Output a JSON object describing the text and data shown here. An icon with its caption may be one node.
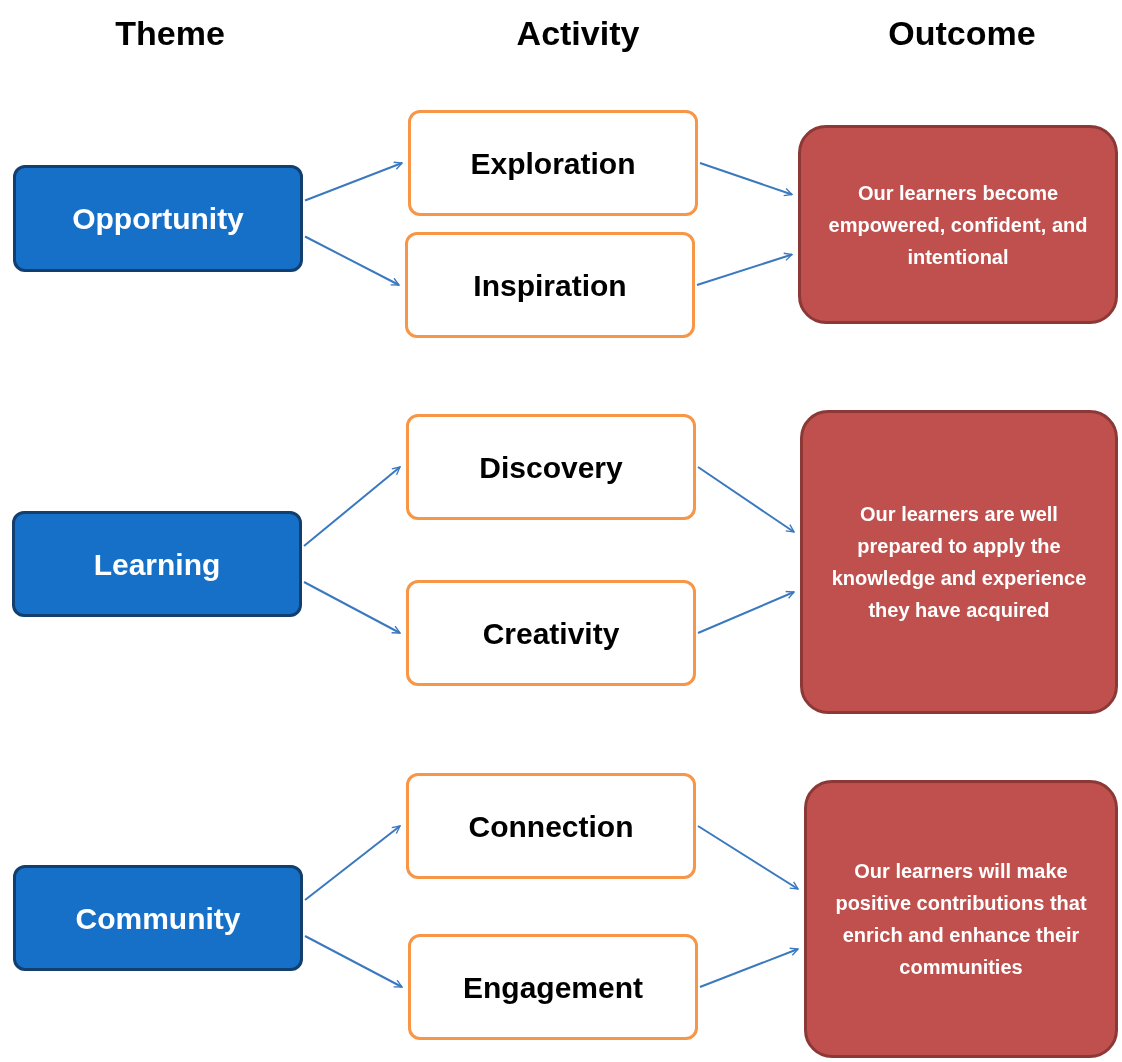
{
  "diagram": {
    "nodes": [
      {
        "text": [
          "Opportunity"
        ]
      },
      {
        "text": [
          "Exploration"
        ]
      },
      {
        "text": [
          "Inspiration"
        ]
      },
      {
        "text": [
          "Our learners become empowered, confident, and intentional"
        ]
      },
      {
        "text": [
          "Learning"
        ]
      },
      {
        "text": [
          "Discovery"
        ]
      },
      {
        "text": [
          "Creativity"
        ]
      },
      {
        "text": [
          "Our learners are well prepared to apply the knowledge and experience they have acquired"
        ]
      },
      {
        "text": [
          "Community"
        ]
      },
      {
        "text": [
          "Connection"
        ]
      },
      {
        "text": [
          "Engagement"
        ]
      },
      {
        "text": [
          "Our learners will make positive contributions that enrich and enhance their communities"
        ]
      }
    ],
    "edges": [
      {
        "from": 0,
        "to": 1,
        "arrow": "to"
      },
      {
        "from": 0,
        "to": 2,
        "arrow": "to"
      },
      {
        "from": 1,
        "to": 3,
        "arrow": "to"
      },
      {
        "from": 2,
        "to": 3,
        "arrow": "to"
      },
      {
        "from": 4,
        "to": 5,
        "arrow": "to"
      },
      {
        "from": 4,
        "to": 6,
        "arrow": "to"
      },
      {
        "from": 5,
        "to": 7,
        "arrow": "to"
      },
      {
        "from": 6,
        "to": 7,
        "arrow": "to"
      },
      {
        "from": 8,
        "to": 9,
        "arrow": "to"
      },
      {
        "from": 8,
        "to": 10,
        "arrow": "to"
      },
      {
        "from": 9,
        "to": 11,
        "arrow": "to"
      },
      {
        "from": 10,
        "to": 11,
        "arrow": "to"
      }
    ],
    "labels": [
      "Theme",
      "Activity",
      "Outcome"
    ]
  }
}
